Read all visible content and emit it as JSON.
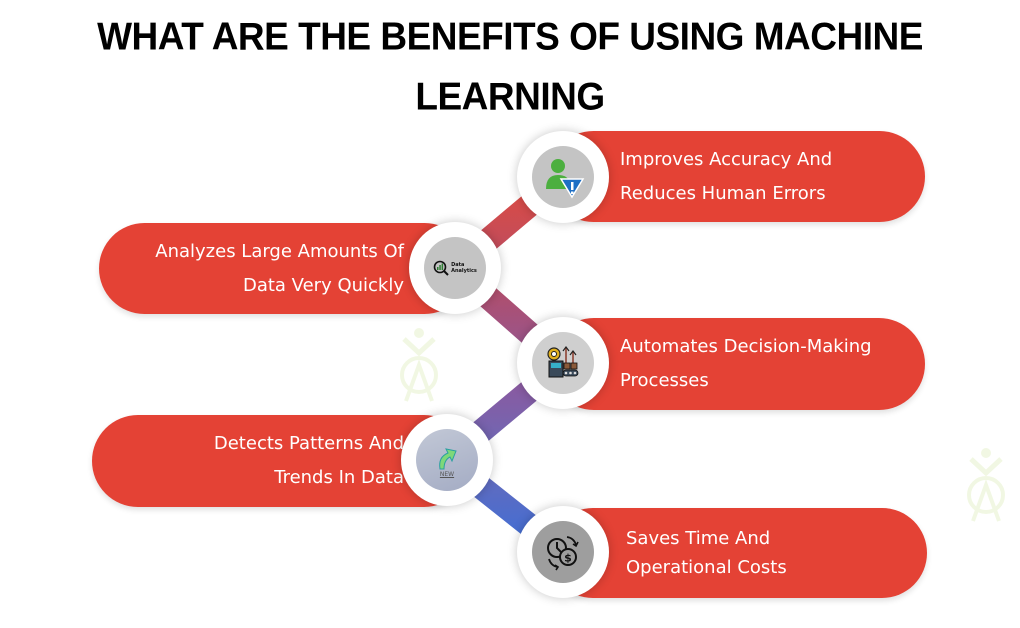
{
  "title": {
    "line1": "WHAT ARE THE BENEFITS OF USING MACHINE",
    "line2": "LEARNING"
  },
  "colors": {
    "pill_fill": "#e44235",
    "text_on_pill": "#ffffff",
    "connector_gradient": [
      "#e04a3f",
      "#b04e6c",
      "#8a5aa0",
      "#6a6ab8",
      "#3d6fd8"
    ],
    "watermark": "#e6f2c8"
  },
  "benefits": [
    {
      "side": "right",
      "line1": "Improves Accuracy And",
      "line2": "Reduces Human Errors",
      "icon": "user-warning-icon"
    },
    {
      "side": "left",
      "line1": "Analyzes Large Amounts Of",
      "line2": "Data Very Quickly",
      "icon": "data-analytics-icon",
      "icon_text_1": "Data",
      "icon_text_2": "Analytics"
    },
    {
      "side": "right",
      "line1": "Automates Decision-Making",
      "line2": "Processes",
      "icon": "automation-factory-icon"
    },
    {
      "side": "left",
      "line1": "Detects Patterns And",
      "line2": "Trends In Data",
      "icon": "trend-arrow-icon",
      "icon_text_1": "NEW"
    },
    {
      "side": "right",
      "line1": "Saves Time And",
      "line2": "Operational Costs",
      "icon": "time-money-icon"
    }
  ]
}
